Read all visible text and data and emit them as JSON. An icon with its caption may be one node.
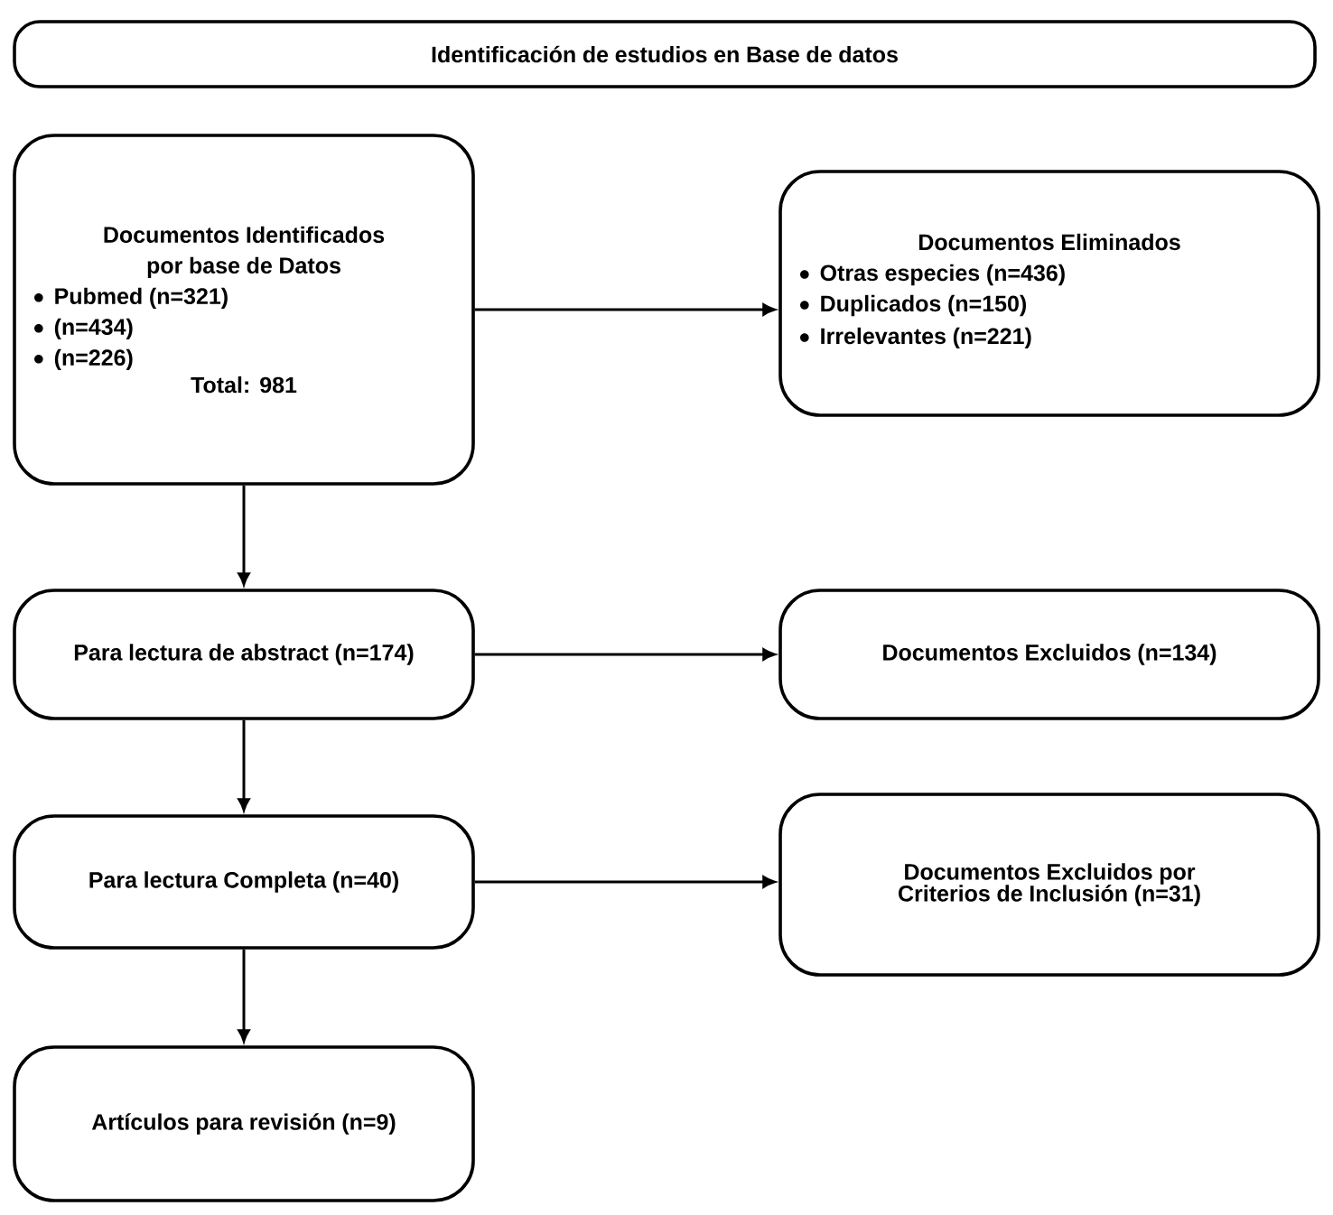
{
  "diagram": {
    "nodes": [
      {
        "text": [
          "Identificación de estudios en Base de datos"
        ]
      },
      {
        "text": [
          "Documentos Identificados por base de Datos",
          "Pubmed (n=321)",
          "(n=434)",
          "(n=226)",
          "Total: 981"
        ]
      },
      {
        "text": [
          "Documentos Eliminados",
          "Otras especies (n=436)",
          "Duplicados (n=150)",
          "Irrelevantes (n=221)"
        ]
      },
      {
        "text": [
          "Para lectura de abstract (n=174)"
        ]
      },
      {
        "text": [
          "Documentos Excluidos (n=134)"
        ]
      },
      {
        "text": [
          "Para lectura Completa (n=40)"
        ]
      },
      {
        "text": [
          "Documentos Excluidos por Criterios de Inclusión (n=31)"
        ]
      },
      {
        "text": [
          "Artículos para revisión (n=9)"
        ]
      }
    ],
    "edges": [
      {
        "from": 1,
        "to": 2,
        "arrow": "to"
      },
      {
        "from": 1,
        "to": 3,
        "arrow": "to"
      },
      {
        "from": 3,
        "to": 4,
        "arrow": "to"
      },
      {
        "from": 3,
        "to": 5,
        "arrow": "to"
      },
      {
        "from": 5,
        "to": 6,
        "arrow": "to"
      },
      {
        "from": 5,
        "to": 7,
        "arrow": "to"
      }
    ]
  }
}
